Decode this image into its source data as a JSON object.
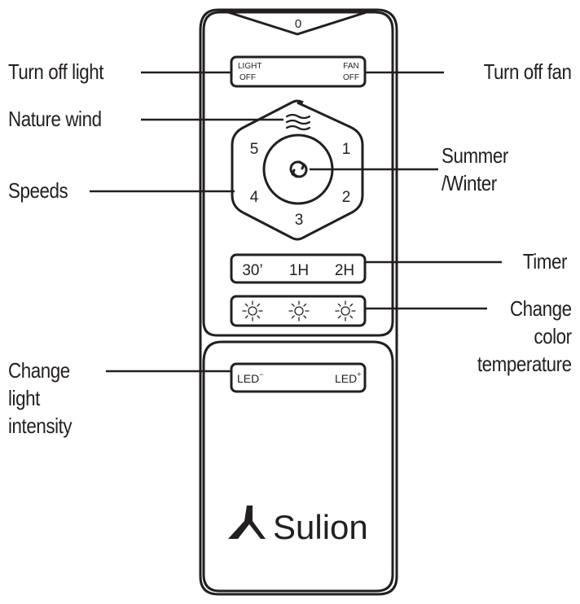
{
  "remote": {
    "top_indicator": "0",
    "light_off_button": {
      "line1": "LIGHT",
      "line2": "OFF"
    },
    "fan_off_button": {
      "line1": "FAN",
      "line2": "OFF"
    },
    "speeds": [
      "1",
      "2",
      "3",
      "4",
      "5"
    ],
    "timer_buttons": [
      "30’",
      "1H",
      "2H"
    ],
    "color_temp_icons": [
      "sun-icon",
      "sun-icon",
      "sun-icon"
    ],
    "led_minus": {
      "label": "LED",
      "sign": "−"
    },
    "led_plus": {
      "label": "LED",
      "sign": "+"
    },
    "brand": "Sulion"
  },
  "callouts": {
    "turn_off_light": "Turn off light",
    "turn_off_fan": "Turn off fan",
    "nature_wind": "Nature wind",
    "speeds": "Speeds",
    "summer_winter": [
      "Summer",
      "/Winter"
    ],
    "timer": "Timer",
    "change_color_temp": [
      "Change",
      "color",
      "temperature"
    ],
    "change_light_intensity": [
      "Change",
      "light",
      "intensity"
    ]
  },
  "colors": {
    "ink": "#231f20",
    "background": "#ffffff"
  }
}
